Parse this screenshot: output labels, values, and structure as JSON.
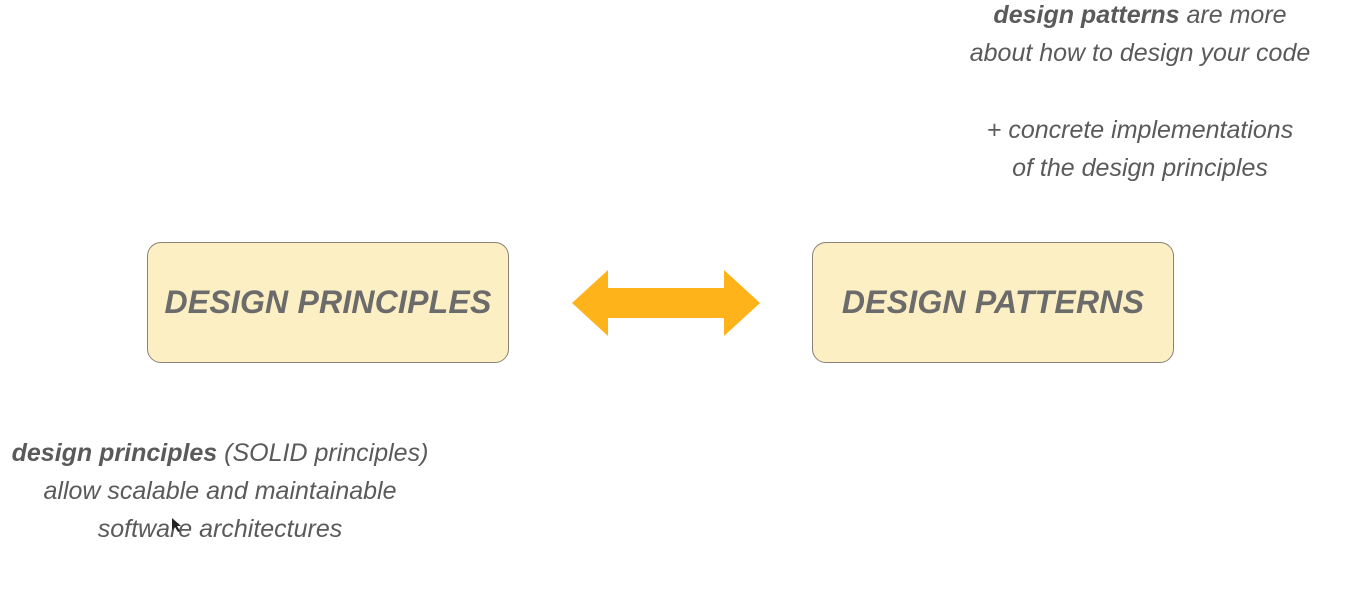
{
  "notes": {
    "patterns": {
      "bold": "design patterns",
      "rest_line1": " are more",
      "line2": "about how to design your code"
    },
    "concrete": {
      "line1": "+ concrete implementations",
      "line2": "of the design principles"
    },
    "principles": {
      "bold": "design principles",
      "rest_line1": " (SOLID principles)",
      "line2": "allow scalable and maintainable",
      "line3": "software architectures"
    }
  },
  "boxes": {
    "left_label": "DESIGN PRINCIPLES",
    "right_label": "DESIGN PATTERNS"
  },
  "colors": {
    "box_fill": "#fdefc4",
    "box_border": "#8a8276",
    "arrow": "#ffb31a",
    "text": "#5a5a5a"
  },
  "icons": {
    "arrow": "double-headed-arrow",
    "cursor": "mouse-pointer-icon"
  }
}
